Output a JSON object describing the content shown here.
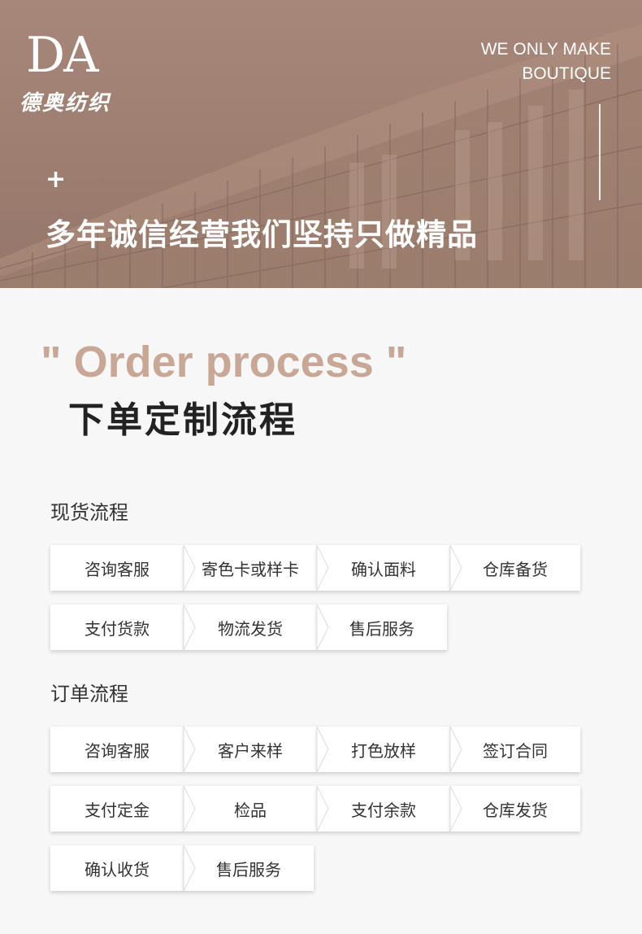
{
  "banner": {
    "logo_mark": "DA",
    "logo_cn": "德奥纺织",
    "slogan_line1": "WE ONLY MAKE",
    "slogan_line2": "BOUTIQUE",
    "plus": "+",
    "headline": "多年诚信经营我们坚持只做精品"
  },
  "titles": {
    "en": "\" Order process \"",
    "cn": "下单定制流程"
  },
  "spot": {
    "title": "现货流程",
    "row1": [
      "咨询客服",
      "寄色卡或样卡",
      "确认面料",
      "仓库备货"
    ],
    "row2": [
      "支付货款",
      "物流发货",
      "售后服务"
    ]
  },
  "order": {
    "title": "订单流程",
    "row1": [
      "咨询客服",
      "客户来样",
      "打色放样",
      "签订合同"
    ],
    "row2": [
      "支付定金",
      "检品",
      "支付余款",
      "仓库发货"
    ],
    "row3": [
      "确认收货",
      "售后服务"
    ]
  }
}
